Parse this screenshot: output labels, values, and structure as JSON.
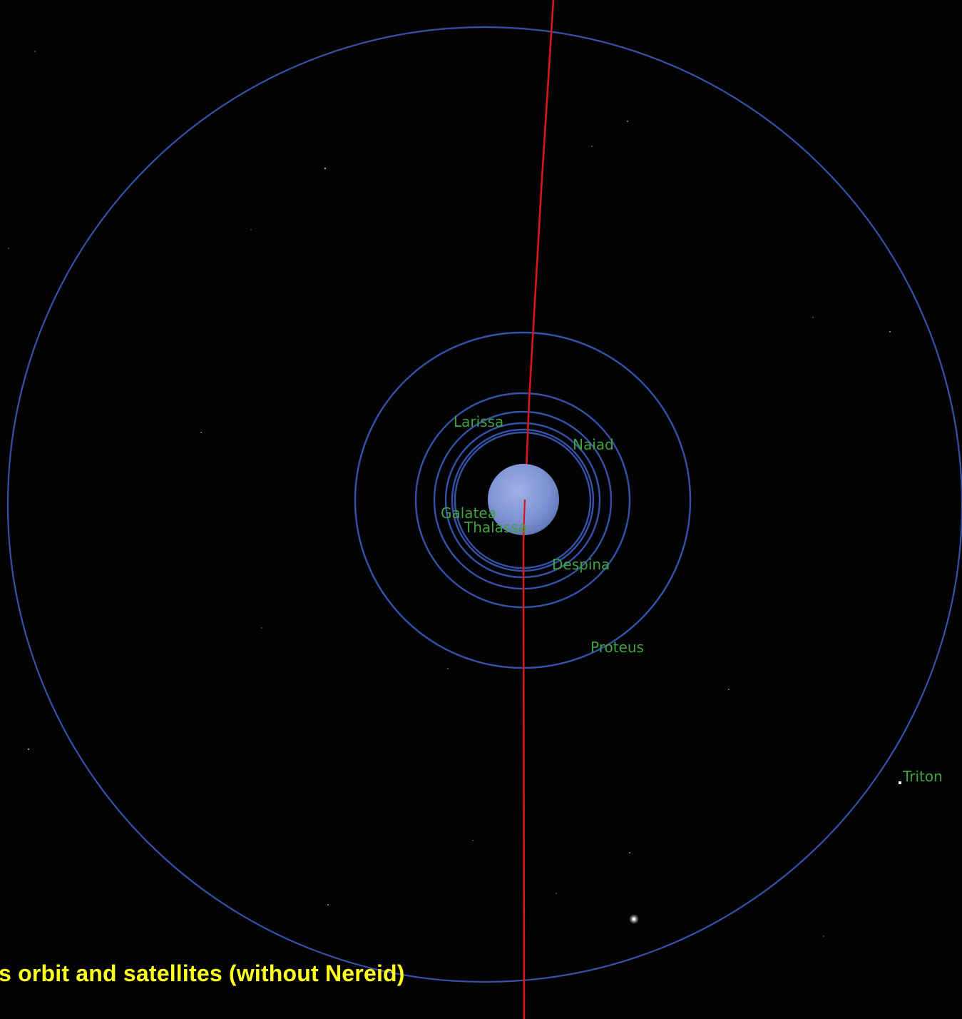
{
  "colors": {
    "background": "#020203",
    "orbit": "#3552a8",
    "trajectory": "#d81818",
    "label": "#3fa33f",
    "caption": "#ffff1e",
    "planet": "#7f93d4"
  },
  "moons": {
    "larissa": "Larissa",
    "naiad": "Naiad",
    "galatea": "Galatea",
    "thalassa": "Thalassa",
    "despina": "Despina",
    "proteus": "Proteus",
    "triton": "Triton"
  },
  "caption": "s orbit and satellites (without Nereid)"
}
